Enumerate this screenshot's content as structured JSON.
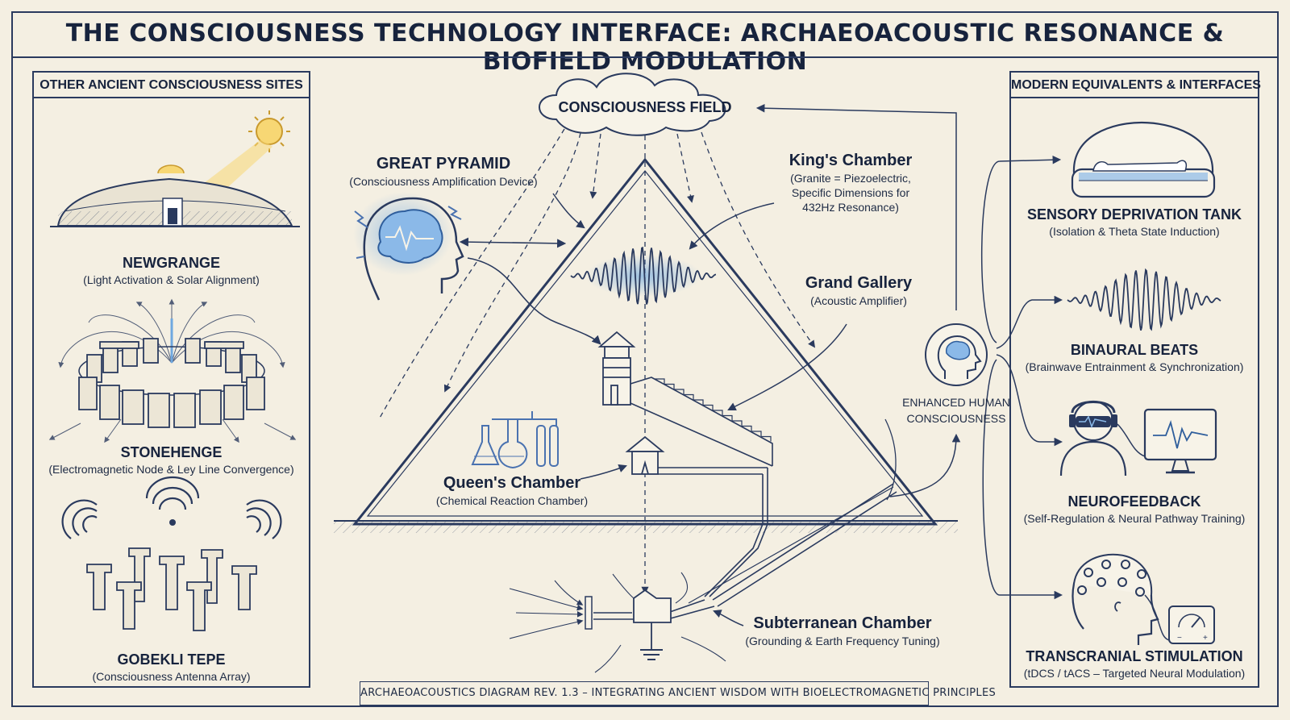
{
  "title": "THE CONSCIOUSNESS TECHNOLOGY INTERFACE: ARCHAEOACOUSTIC RESONANCE & BIOFIELD MODULATION",
  "left_panel": {
    "heading": "OTHER ANCIENT CONSCIOUSNESS SITES",
    "sites": [
      {
        "name": "NEWGRANGE",
        "desc": "(Light Activation & Solar Alignment)",
        "icon": "newgrange-mound-icon"
      },
      {
        "name": "STONEHENGE",
        "desc": "(Electromagnetic Node & Ley Line Convergence)",
        "icon": "stonehenge-icon"
      },
      {
        "name": "GOBEKLI TEPE",
        "desc": "(Consciousness Antenna Array)",
        "icon": "gobekli-tepe-icon"
      }
    ]
  },
  "center": {
    "field": "CONSCIOUSNESS FIELD",
    "pyramid": {
      "name": "GREAT PYRAMID",
      "desc": "(Consciousness Amplification Device)"
    },
    "kings": {
      "name": "King's Chamber",
      "desc1": "(Granite = Piezoelectric,",
      "desc2": "Specific Dimensions for",
      "desc3": "432Hz Resonance)"
    },
    "gallery": {
      "name": "Grand Gallery",
      "desc": "(Acoustic Amplifier)"
    },
    "queens": {
      "name": "Queen's Chamber",
      "desc": "(Chemical Reaction Chamber)"
    },
    "subterranean": {
      "name": "Subterranean Chamber",
      "desc": "(Grounding & Earth Frequency Tuning)"
    },
    "enhanced": {
      "line1": "ENHANCED HUMAN",
      "line2": "CONSCIOUSNESS"
    }
  },
  "right_panel": {
    "heading": "MODERN EQUIVALENTS & INTERFACES",
    "items": [
      {
        "name": "SENSORY DEPRIVATION TANK",
        "desc": "(Isolation & Theta State Induction)",
        "icon": "float-tank-icon"
      },
      {
        "name": "BINAURAL BEATS",
        "desc": "(Brainwave Entrainment & Synchronization)",
        "icon": "sound-wave-icon"
      },
      {
        "name": "NEUROFEEDBACK",
        "desc": "(Self-Regulation & Neural Pathway Training)",
        "icon": "neurofeedback-icon"
      },
      {
        "name": "TRANSCRANIAL STIMULATION",
        "desc": "(tDCS / tACS – Targeted Neural Modulation)",
        "icon": "eeg-cap-icon"
      }
    ]
  },
  "footer": "ARCHAEOACOUSTICS DIAGRAM REV. 1.3 – INTEGRATING ANCIENT WISDOM WITH BIOELECTROMAGNETIC PRINCIPLES",
  "colors": {
    "ink": "#2a3a5e",
    "glow": "#6fa8e0",
    "paper": "#f4efe2",
    "sun": "#f2c14e"
  }
}
